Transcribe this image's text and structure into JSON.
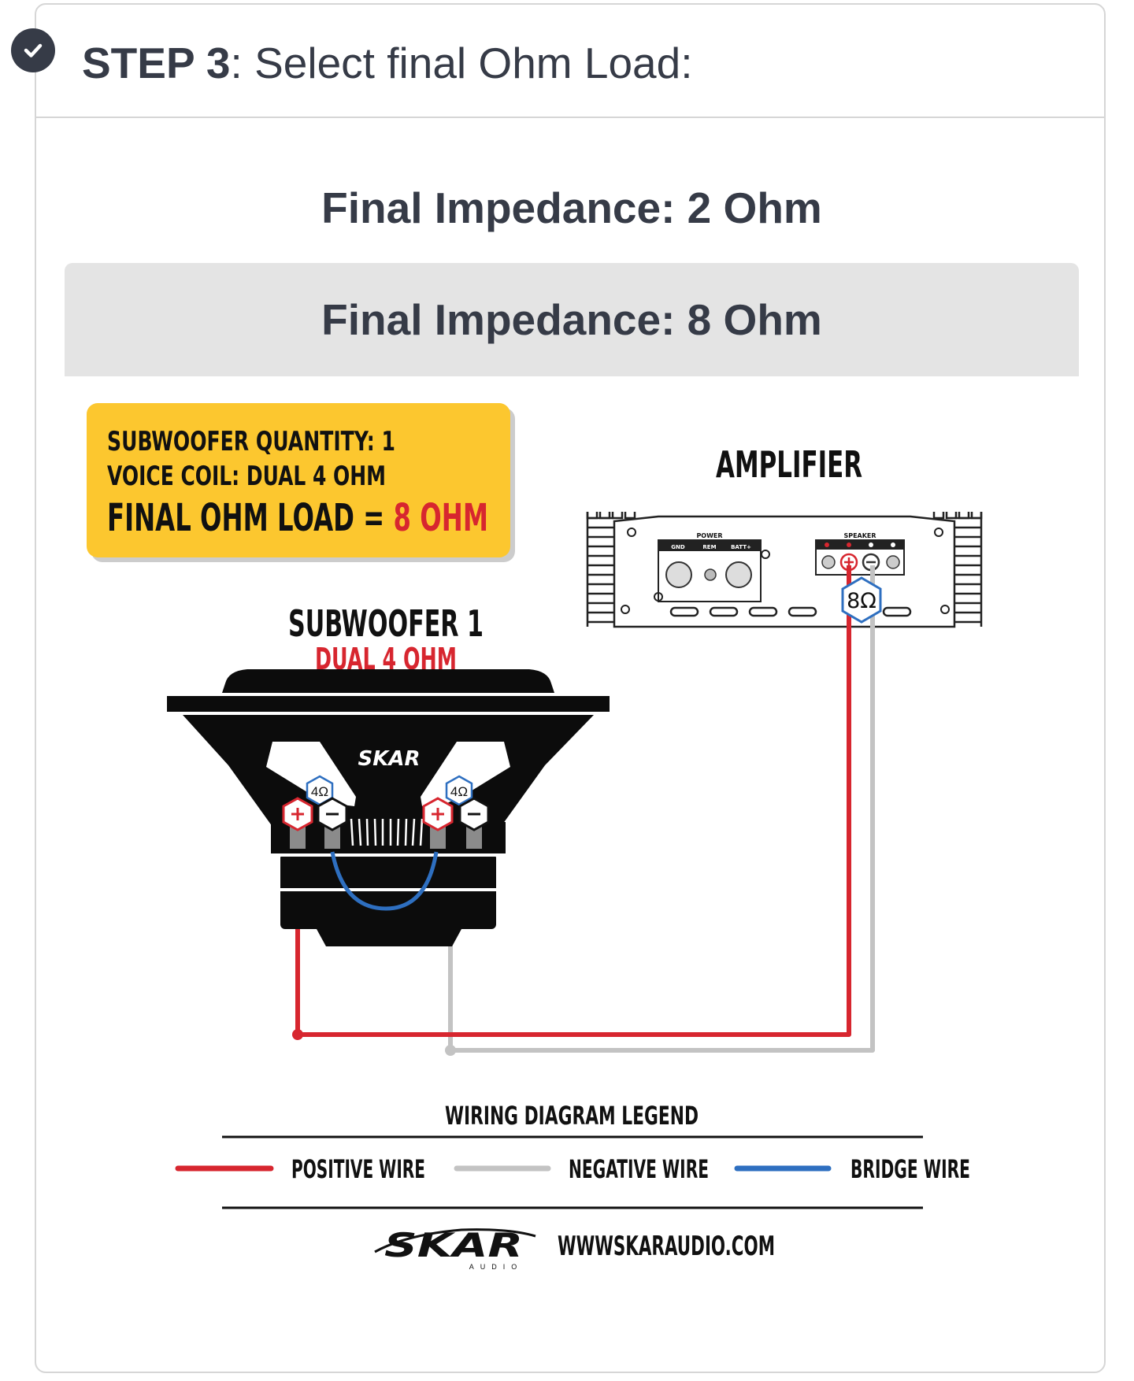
{
  "header": {
    "step_label": "STEP 3",
    "step_text": ": Select final Ohm Load:"
  },
  "options": [
    {
      "label": "Final Impedance: 2 Ohm",
      "selected": false
    },
    {
      "label": "Final Impedance: 8 Ohm",
      "selected": true
    }
  ],
  "diagram": {
    "info_box": {
      "line1": "SUBWOOFER QUANTITY: 1",
      "line2": "VOICE COIL: DUAL 4 OHM",
      "line3_prefix": "FINAL OHM LOAD = ",
      "line3_value": "8 OHM"
    },
    "amplifier": {
      "title": "AMPLIFIER",
      "power_label": "POWER",
      "power_terminals": [
        "GND",
        "REM",
        "BATT+"
      ],
      "speaker_label": "SPEAKER",
      "impedance_badge": "8Ω"
    },
    "subwoofer": {
      "title": "SUBWOOFER 1",
      "subtitle": "DUAL 4 OHM",
      "coil_badge_left": "4Ω",
      "coil_badge_right": "4Ω"
    },
    "legend": {
      "title": "WIRING DIAGRAM LEGEND",
      "positive": "POSITIVE WIRE",
      "negative": "NEGATIVE WIRE",
      "bridge": "BRIDGE WIRE"
    },
    "footer": {
      "website": "WWWSKARAUDIO.COM",
      "logo_text": "SKAR",
      "logo_sub": "AUDIO"
    }
  },
  "colors": {
    "positive_wire": "#d7262f",
    "negative_wire": "#c3c3c3",
    "bridge_wire": "#2e6fc0",
    "info_box_bg": "#fcc72f",
    "accent_red": "#d7262f"
  }
}
